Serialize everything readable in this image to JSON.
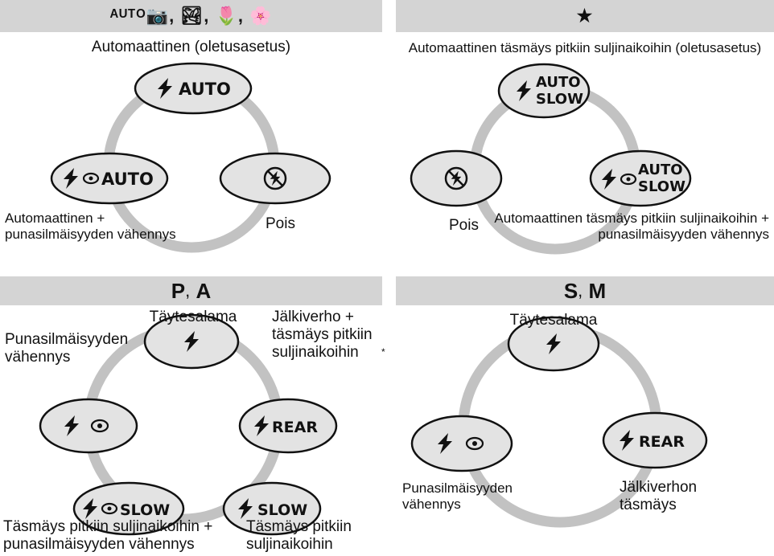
{
  "panels": [
    {
      "id": "auto",
      "header": "ᴬᵁᵀᴼ📷, 🏞, 🌷, 🌸",
      "top_label": "Automaattinen (oletusasetus)",
      "modes": [
        {
          "text": "AUTO",
          "icons": "bolt"
        },
        {
          "text": "AUTO",
          "icons": "bolt-eye"
        },
        {
          "text": "",
          "icons": "no-flash"
        }
      ],
      "labels": {
        "left": "Automaattinen +\npunasilmäisyyden vähennys",
        "right": "Pois"
      }
    },
    {
      "id": "night-portrait",
      "header": "★",
      "top_label": "Automaattinen täsmäys pitkiin suljinaikoihin (oletusasetus)",
      "modes": [
        {
          "text": "AUTO\nSLOW",
          "icons": "bolt"
        },
        {
          "text": "",
          "icons": "no-flash"
        },
        {
          "text": "AUTO\nSLOW",
          "icons": "bolt-eye"
        }
      ],
      "labels": {
        "left": "Pois",
        "right": "Automaattinen täsmäys pitkiin suljinaikoihin +\npunasilmäisyyden vähennys"
      }
    },
    {
      "id": "pa",
      "header_bold_1": "P",
      "header_sep": ",",
      "header_bold_2": "A",
      "top_label": "Täytesalama",
      "modes": [
        {
          "text": "",
          "icons": "bolt"
        },
        {
          "text": "",
          "icons": "bolt-eye"
        },
        {
          "text": "REAR",
          "icons": "bolt"
        },
        {
          "text": "SLOW",
          "icons": "bolt-eye"
        },
        {
          "text": "SLOW",
          "icons": "bolt"
        }
      ],
      "labels": {
        "top_left": "Punasilmäisyyden\nvähennys",
        "top_right": "Jälkiverho +\ntäsmäys pitkiin\nsuljinaikoihin",
        "top_right_mark": "*",
        "bottom_left": "Täsmäys pitkiin suljinaikoihin +\npunasilmäisyyden vähennys",
        "bottom_right": "Täsmäys pitkiin\nsuljinaikoihin"
      }
    },
    {
      "id": "sm",
      "header_bold_1": "S",
      "header_sep": ",",
      "header_bold_2": "M",
      "top_label": "Täytesalama",
      "modes": [
        {
          "text": "",
          "icons": "bolt"
        },
        {
          "text": "",
          "icons": "bolt-eye"
        },
        {
          "text": "REAR",
          "icons": "bolt"
        }
      ],
      "labels": {
        "left": "Punasilmäisyyden\nvähennys",
        "right": "Jälkiverhon\ntäsmäys"
      }
    }
  ],
  "colors": {
    "header_bg": "#d4d4d4",
    "ring": "#c2c2c2",
    "button_fill": "#e3e3e3",
    "button_stroke": "#111111"
  }
}
